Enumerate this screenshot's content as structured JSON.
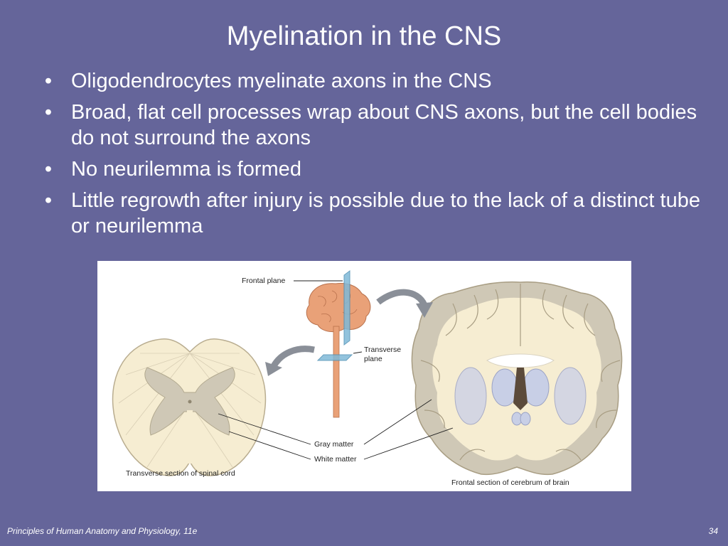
{
  "slide": {
    "title": "Myelination in the CNS",
    "bullets": [
      "Oligodendrocytes myelinate axons in the CNS",
      "Broad, flat cell processes wrap about CNS axons, but the cell bodies do not surround the axons",
      "No neurilemma is formed",
      "Little regrowth after injury is possible due to the lack of a distinct tube or neurilemma"
    ],
    "bullet_glyph": "•"
  },
  "figure": {
    "labels": {
      "frontal_plane": "Frontal plane",
      "transverse": "Transverse",
      "plane": "plane",
      "gray_matter": "Gray matter",
      "white_matter": "White matter",
      "spinal_caption": "Transverse section of spinal cord",
      "brain_caption": "Frontal section of cerebrum of brain"
    },
    "colors": {
      "white_matter": "#f6edd2",
      "gray_matter": "#cfc8b6",
      "brain_pink": "#e9a178",
      "plane_blue": "#7fb9d8",
      "ventricle": "#c8cfe6"
    }
  },
  "footer": {
    "source": "Principles of Human Anatomy and Physiology, 11e",
    "page_number": "34"
  }
}
